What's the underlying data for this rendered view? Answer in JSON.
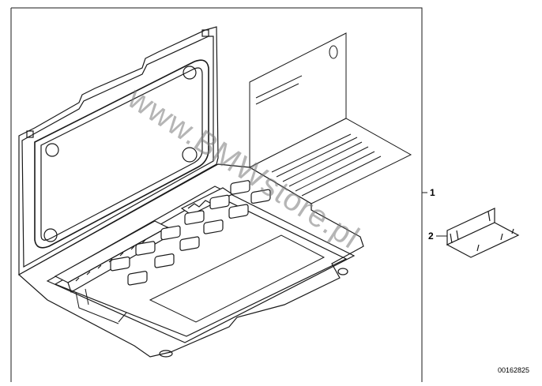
{
  "callouts": [
    {
      "id": "1",
      "label": "1"
    },
    {
      "id": "2",
      "label": "2"
    }
  ],
  "diagram_number": "00162825",
  "watermark": "www.BMWstore.pl",
  "colors": {
    "line": "#1a1a1a",
    "background": "#ffffff",
    "watermark": "#7a7a7a"
  }
}
